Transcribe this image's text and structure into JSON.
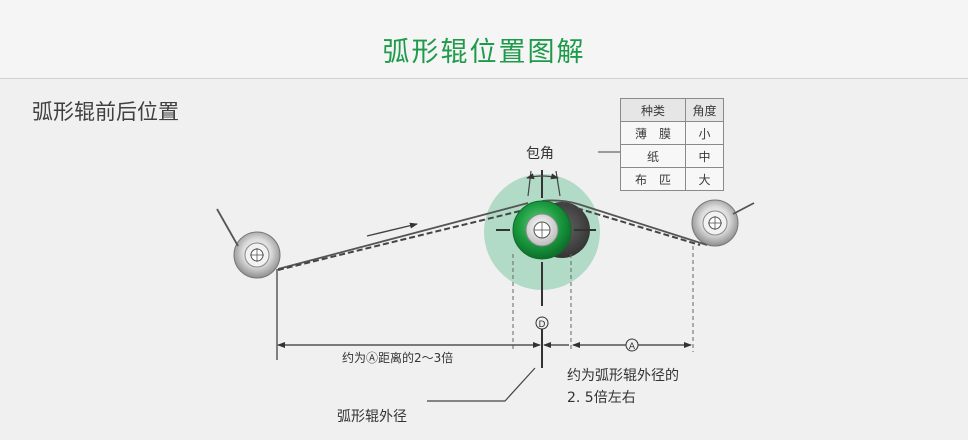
{
  "header": {
    "title": "弧形辊位置图解"
  },
  "section": {
    "title": "弧形辊前后位置"
  },
  "table": {
    "headers": [
      "种类",
      "角度"
    ],
    "rows": [
      {
        "type": "薄　膜",
        "angle": "小"
      },
      {
        "type": "纸",
        "angle": "中"
      },
      {
        "type": "布　匹",
        "angle": "大"
      }
    ]
  },
  "labels": {
    "wrap_angle": "包角",
    "d_marker": "D",
    "a_marker": "A",
    "distance_left": "约为Ⓐ距离的2～3倍",
    "distance_right_line1": "约为弧形辊外径的",
    "distance_right_line2": "2. 5倍左右",
    "roller_diameter": "弧形辊外径"
  },
  "colors": {
    "title_green": "#1f9a4b",
    "roller_green": "#1a9a3f",
    "halo": "#a6d7bf"
  }
}
